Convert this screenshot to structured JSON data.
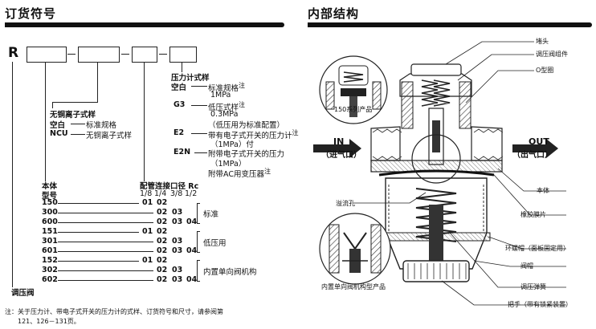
{
  "left": {
    "title": "订货符号",
    "prefix": "R",
    "pressure_gauge": {
      "heading": "压力计式样",
      "options": [
        {
          "code": "空白",
          "desc": "标准规格",
          "note": "注"
        },
        {
          "code": "",
          "desc": "1MPa"
        },
        {
          "code": "G3",
          "desc": "低压式样",
          "note": "注"
        },
        {
          "code": "",
          "desc": "0.3MPa"
        },
        {
          "code": "",
          "desc": "（低压用为标准配置）"
        },
        {
          "code": "E2",
          "desc": "带有电子式开关的压力计",
          "note": "注"
        },
        {
          "code": "",
          "desc": "（1MPa）付"
        },
        {
          "code": "E2N",
          "desc": "附带电子式开关的压力"
        },
        {
          "code": "",
          "desc": "（1MPa）"
        },
        {
          "code": "",
          "desc": "附带AC用变压器",
          "note": "注"
        }
      ]
    },
    "copper_free": {
      "heading": "无铜离子式样",
      "options": [
        {
          "code": "空白",
          "desc": "标准规格"
        },
        {
          "code": "NCU",
          "desc": "无铜离子式样"
        }
      ]
    },
    "body_heading": "本体",
    "model_heading": "型号",
    "port_heading": "配管连接口径 Rc",
    "port_sizes": [
      "1/8",
      "1/4",
      "3/8",
      "1/2"
    ],
    "models": [
      {
        "model": "150",
        "ports": [
          "01",
          "02",
          "",
          ""
        ]
      },
      {
        "model": "300",
        "ports": [
          "",
          "02",
          "03",
          ""
        ]
      },
      {
        "model": "600",
        "ports": [
          "",
          "02",
          "03",
          "04"
        ]
      },
      {
        "model": "151",
        "ports": [
          "01",
          "02",
          "",
          ""
        ]
      },
      {
        "model": "301",
        "ports": [
          "",
          "02",
          "03",
          ""
        ]
      },
      {
        "model": "601",
        "ports": [
          "",
          "02",
          "03",
          "04"
        ]
      },
      {
        "model": "152",
        "ports": [
          "01",
          "02",
          "",
          ""
        ]
      },
      {
        "model": "302",
        "ports": [
          "",
          "02",
          "03",
          ""
        ]
      },
      {
        "model": "602",
        "ports": [
          "",
          "02",
          "03",
          "04"
        ]
      }
    ],
    "groups": [
      "标准",
      "低压用",
      "内置单向阀机构"
    ],
    "regulator_label": "调压阀",
    "note_line1": "注：关于压力计、带电子式开关的压力计的式样、订货符号和尺寸，请参阅第",
    "note_line2": "121、126－131页。"
  },
  "right": {
    "title": "内部结构",
    "labels": {
      "plug": "堵头",
      "spring_assembly": "调压阀组件",
      "o_ring": "O型圈",
      "series150": "150系列产品",
      "in": "IN",
      "in_cn": "（进气口）",
      "out": "OUT",
      "out_cn": "（出气口）",
      "body": "本体",
      "overflow": "溢流孔",
      "diaphragm": "橡胶膜片",
      "ring_nut": "环螺帽（面板固定用）",
      "bonnet": "阀帽",
      "spring": "调压弹簧",
      "check_valve_product": "内置单向阀机构型产品",
      "handle": "把手（带有锁紧装置）"
    }
  }
}
